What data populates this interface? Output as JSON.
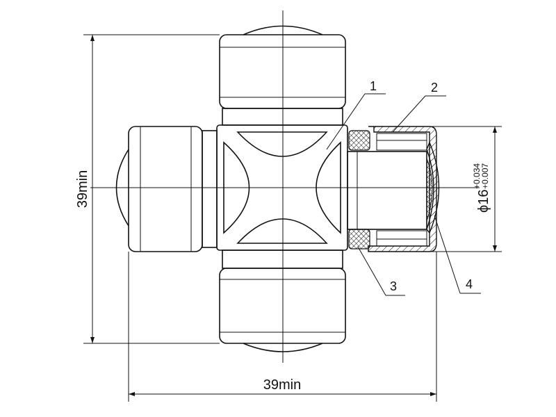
{
  "drawing": {
    "callouts": [
      "1",
      "2",
      "3",
      "4"
    ],
    "dim_height": "39min",
    "dim_width": "39min",
    "dim_diameter": "ϕ16",
    "tol_upper": "+0.034",
    "tol_lower": "+0.007"
  },
  "colors": {
    "line": "#111111",
    "background": "#ffffff"
  }
}
